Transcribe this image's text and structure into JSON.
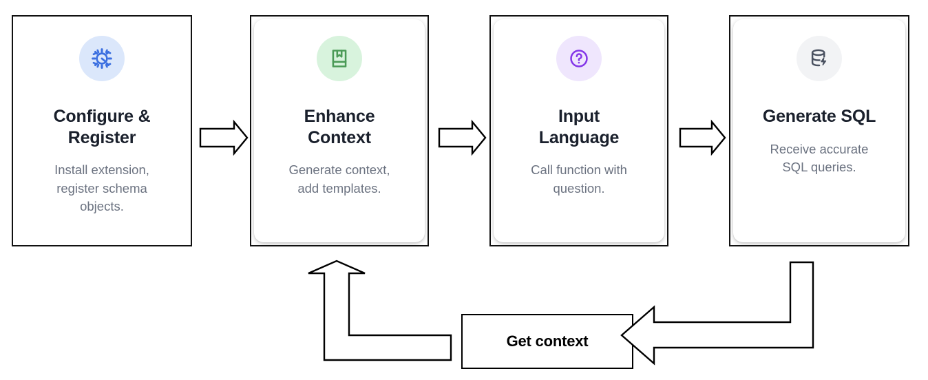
{
  "diagram": {
    "type": "flow-diagram",
    "title": "",
    "orientation": "horizontal-with-feedback-loop",
    "colors": {
      "background": "#ffffff",
      "card_border": "#111111",
      "title_text": "#1a202c",
      "description_text": "#6b7280",
      "arrow_stroke": "#000000",
      "arrow_fill": "#ffffff"
    }
  },
  "steps": [
    {
      "index": 1,
      "title": "Configure &\nRegister",
      "description": "Install extension,\nregister schema\nobjects.",
      "icon": "gear-icon",
      "icon_color": "#3b6fe0",
      "icon_bg": "#dbe7fb"
    },
    {
      "index": 2,
      "title": "Enhance\nContext",
      "description": "Generate context,\nadd templates.",
      "icon": "book-bookmark-icon",
      "icon_color": "#4a9a56",
      "icon_bg": "#d8f3dd"
    },
    {
      "index": 3,
      "title": "Input\nLanguage",
      "description": "Call function with\nquestion.",
      "icon": "question-circle-icon",
      "icon_color": "#8436e8",
      "icon_bg": "#efe6fd"
    },
    {
      "index": 4,
      "title": "Generate SQL",
      "description": "Receive accurate\nSQL queries.",
      "icon": "database-bolt-icon",
      "icon_color": "#4a5160",
      "icon_bg": "#f2f3f5"
    }
  ],
  "connectors": [
    {
      "name": "arrow-step1-to-step2",
      "direction": "right"
    },
    {
      "name": "arrow-step2-to-step3",
      "direction": "right"
    },
    {
      "name": "arrow-step3-to-step4",
      "direction": "right"
    },
    {
      "name": "feedback-arrow-right",
      "direction": "down-then-left"
    },
    {
      "name": "feedback-arrow-left",
      "direction": "left-then-up"
    }
  ],
  "feedback": {
    "label": "Get context"
  }
}
